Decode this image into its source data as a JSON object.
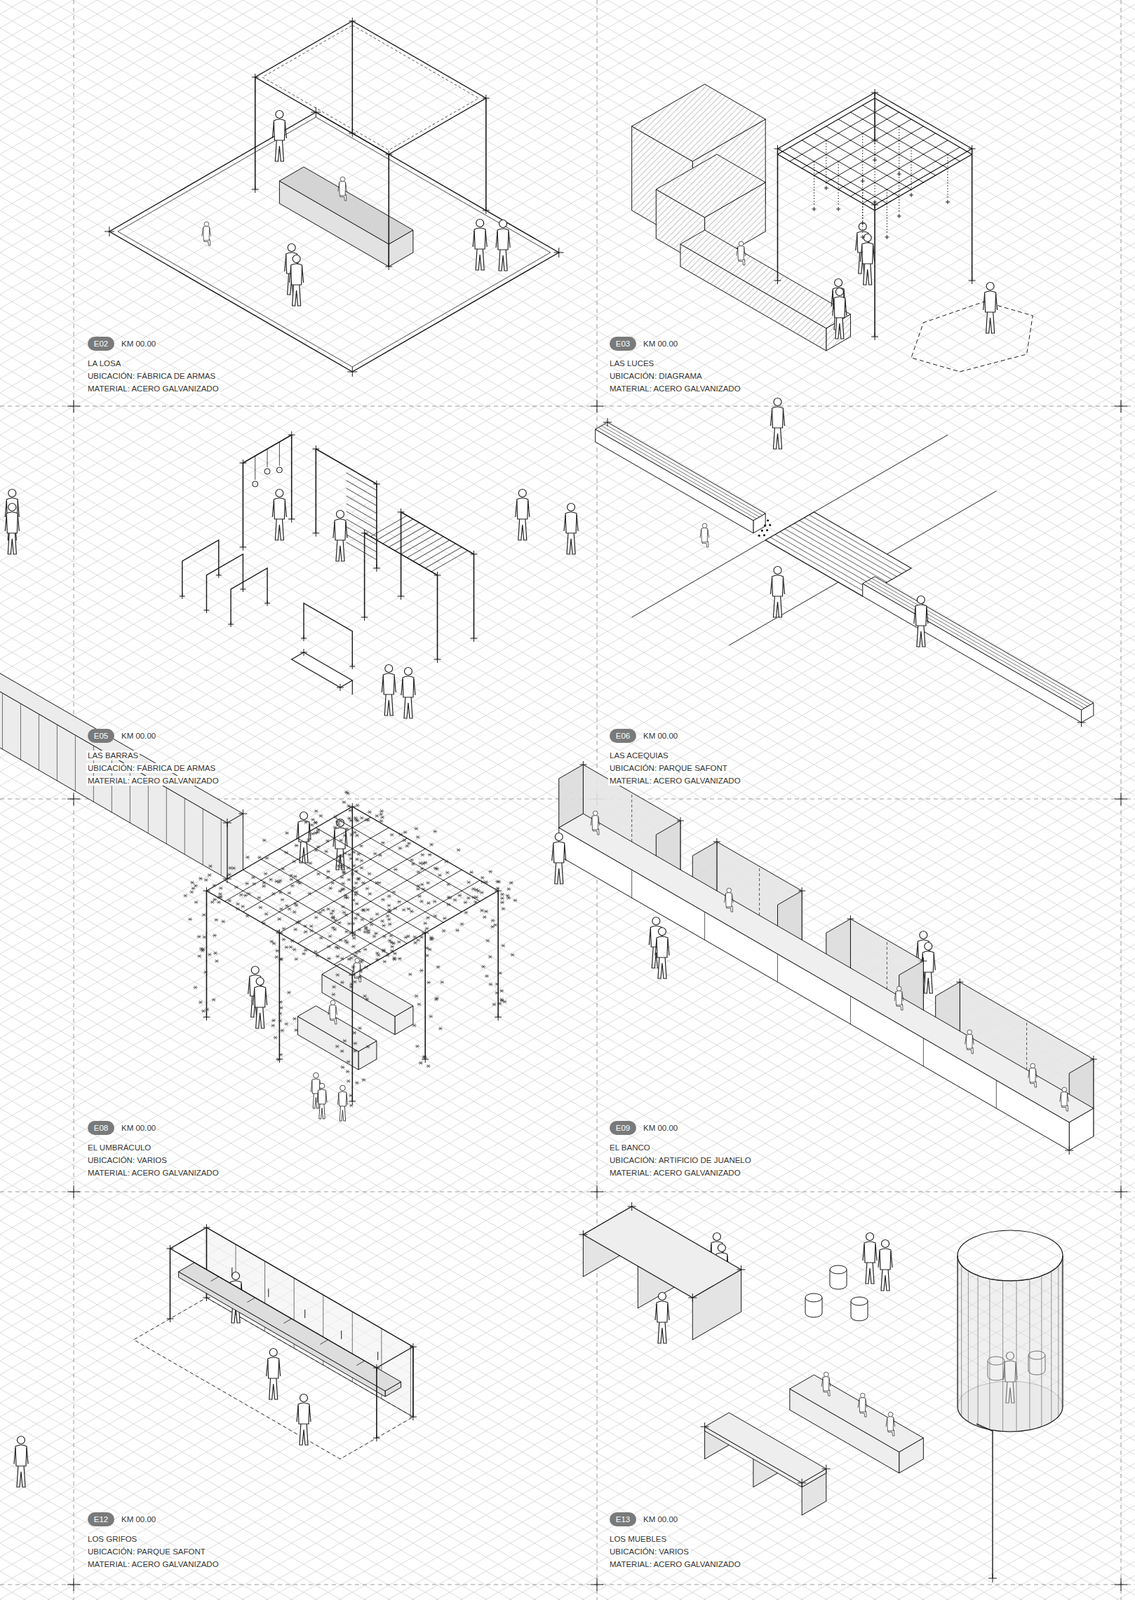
{
  "diagram": {
    "nodes": [
      {
        "text": [
          "E02"
        ]
      },
      {
        "text": [
          "E03"
        ]
      },
      {
        "text": [
          "E05"
        ]
      },
      {
        "text": [
          "E06"
        ]
      },
      {
        "text": [
          "E08"
        ]
      },
      {
        "text": [
          "E09"
        ]
      },
      {
        "text": [
          "E12"
        ]
      },
      {
        "text": [
          "E13"
        ]
      }
    ],
    "labels": [
      "KM 00.00",
      "LA LOSA",
      "UBICACIÓN: FÁBRICA DE ARMAS",
      "MATERIAL: ACERO GALVANIZADO",
      "KM 00.00",
      "LAS LUCES",
      "UBICACIÓN: DIAGRAMA",
      "MATERIAL: ACERO GALVANIZADO",
      "KM 00.00",
      "LAS BARRAS",
      "UBICACIÓN: FÁBRICA DE ARMAS",
      "MATERIAL: ACERO GALVANIZADO",
      "KM 00.00",
      "LAS ACEQUIAS",
      "UBICACIÓN: PARQUE SAFONT",
      "MATERIAL: ACERO GALVANIZADO",
      "KM 00.00",
      "EL UMBRÁCULO",
      "UBICACIÓN: VARIOS",
      "MATERIAL: ACERO GALVANIZADO",
      "KM 00.00",
      "EL BANCO",
      "UBICACIÓN: ARTIFICIO DE JUANELO",
      "MATERIAL: ACERO GALVANIZADO",
      "KM 00.00",
      "LOS GRIFOS",
      "UBICACIÓN: PARQUE SAFONT",
      "MATERIAL: ACERO GALVANIZADO",
      "KM 00.00",
      "LOS MUEBLES",
      "UBICACIÓN: VARIOS",
      "MATERIAL: ACERO GALVANIZADO"
    ]
  }
}
